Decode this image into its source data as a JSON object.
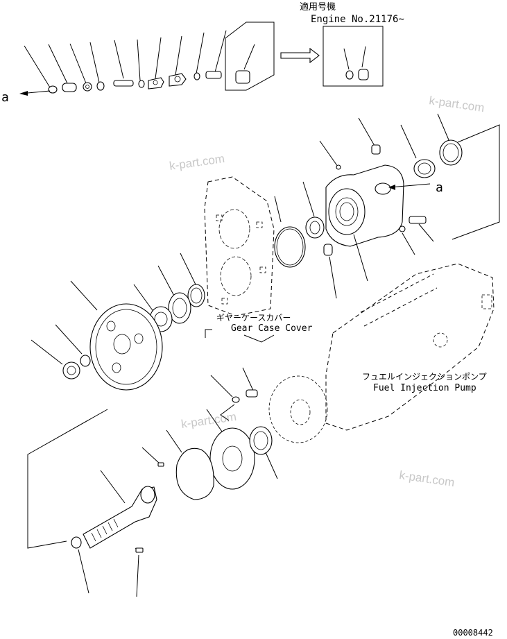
{
  "header": {
    "applicability_jp": "適用号機",
    "engine_no": "Engine No.21176~"
  },
  "labels": {
    "arrow_ref_left": "a",
    "arrow_ref_right": "a",
    "gear_case_cover_jp": "ギヤーケースカバー",
    "gear_case_cover_en": "Gear Case Cover",
    "fuel_pump_jp": "フュエルインジェクションポンプ",
    "fuel_pump_en": "Fuel Injection Pump",
    "drawing_number": "00008442"
  },
  "watermarks": [
    "k-part.com",
    "k-part.com",
    "k-part.com",
    "k-part.com"
  ]
}
